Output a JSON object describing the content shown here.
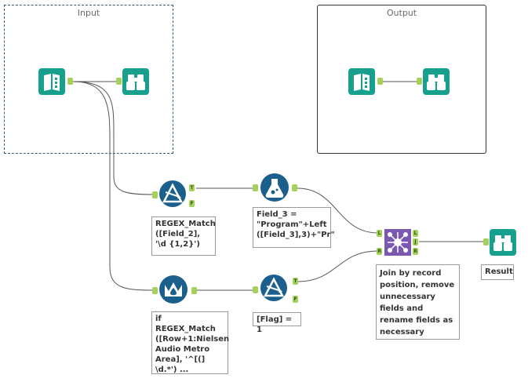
{
  "containers": {
    "input_title": "Input",
    "output_title": "Output"
  },
  "annotations": {
    "regex_match": "REGEX_Match ([Field_2], '\\d {1,2}')",
    "formula_field3": "Field_3 = \"Program\"+Left ([Field_3],3)+\"Pr\"",
    "multirow_formula": "if REGEX_Match ([Row+1:Nielsen Audio Metro Area], '^[(] \\d.*') ...",
    "filter_flag": "[Flag] = 1",
    "join_records": "Join by record position, remove unnecessary fields and rename fields as necessary",
    "browse_result": "Result"
  },
  "anchors": {
    "true": "T",
    "false": "F",
    "left": "L",
    "right": "R",
    "join": "J"
  },
  "colors": {
    "teal_tool": "#17a08d",
    "blue_tool": "#1b5f8c",
    "join_tool": "#7a58b0",
    "anchor": "#a4d05b",
    "wire": "#555555"
  },
  "icons": {
    "input": "book-icon",
    "browse": "binoculars-icon",
    "filter": "filter-icon",
    "formula": "flask-icon",
    "multirow": "crown-icon",
    "join": "join-network-icon"
  }
}
